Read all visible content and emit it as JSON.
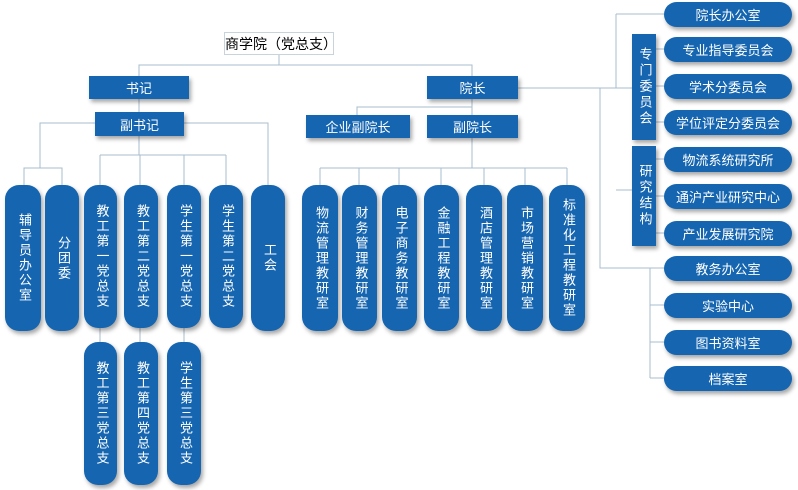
{
  "root": "商学院（党总支）",
  "shuji": "书记",
  "yuanzhang": "院长",
  "fushuji": "副书记",
  "qiye_fuyuanzhang": "企业副院长",
  "fuyuanzhang": "副院长",
  "fushuji_children": [
    "辅导员办公室",
    "分团委",
    "教工第一党总支",
    "教工第二党总支",
    "学生第一党总支",
    "学生第二党总支",
    "工会"
  ],
  "branch_sub": [
    "教工第三党总支",
    "教工第四党总支",
    "学生第三党总支"
  ],
  "teaching_rooms": [
    "物流管理教研室",
    "财务管理教研室",
    "电子商务教研室",
    "金融工程教研室",
    "酒店管理教研室",
    "市场营销教研室",
    "标准化工程教研室"
  ],
  "zhuanmen_label": "专门委员会",
  "zhuanmen": [
    "专业指导委员会",
    "学术分委员会",
    "学位评定分委员会"
  ],
  "yanjiu_label": "研究结构",
  "yanjiu": [
    "物流系统研究所",
    "通沪产业研究中心",
    "产业发展研究院"
  ],
  "right_offices": [
    "院长办公室",
    "教务办公室",
    "实验中心",
    "图书资料室",
    "档案室"
  ]
}
